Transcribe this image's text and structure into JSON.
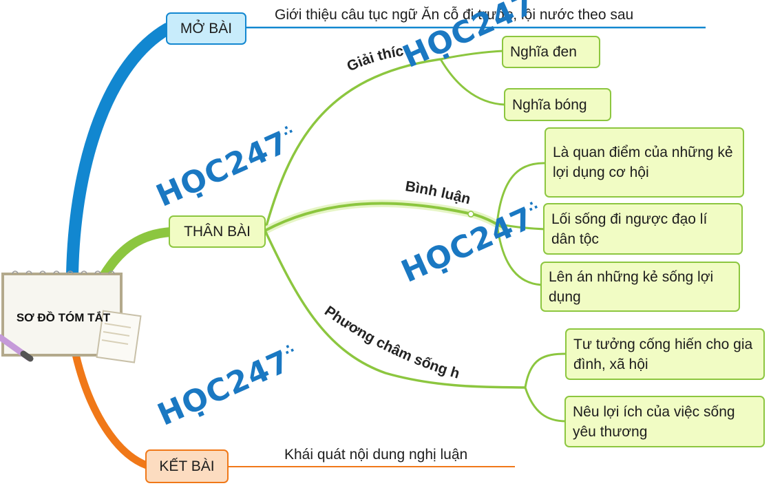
{
  "root": {
    "label": "SƠ ĐỒ TÓM TẮT"
  },
  "intro": {
    "label": "MỞ BÀI",
    "text": "Giới thiệu câu tục ngữ Ăn cỗ đi trước, lội nước theo sau"
  },
  "body": {
    "label": "THÂN BÀI",
    "explain": {
      "label": "Giải thích",
      "items": [
        "Nghĩa đen",
        "Nghĩa bóng"
      ]
    },
    "discuss": {
      "label": "Bình luận",
      "items": [
        "Là quan điểm của những kẻ lợi dụng cơ hội",
        "Lối sống đi ngược đạo lí dân tộc",
        "Lên án những kẻ sống lợi dụng"
      ]
    },
    "principle": {
      "label": "Phương châm sống hợp lí",
      "items": [
        "Tư tưởng cống hiến cho gia đình, xã hội",
        "Nêu lợi ích của việc sống yêu thương"
      ]
    }
  },
  "conclusion": {
    "label": "KẾT BÀI",
    "text": "Khái quát nội dung nghị luận"
  },
  "watermark": {
    "text": "HỌC247"
  },
  "colors": {
    "intro_branch": "#1287d0",
    "body_branch": "#8cc63f",
    "conclusion_branch": "#f07818",
    "intro_box_fill": "#c8ecfb",
    "body_box_fill": "#f1fcc4",
    "conclusion_box_fill": "#fcdcc0",
    "watermark": "#1a78c2"
  }
}
